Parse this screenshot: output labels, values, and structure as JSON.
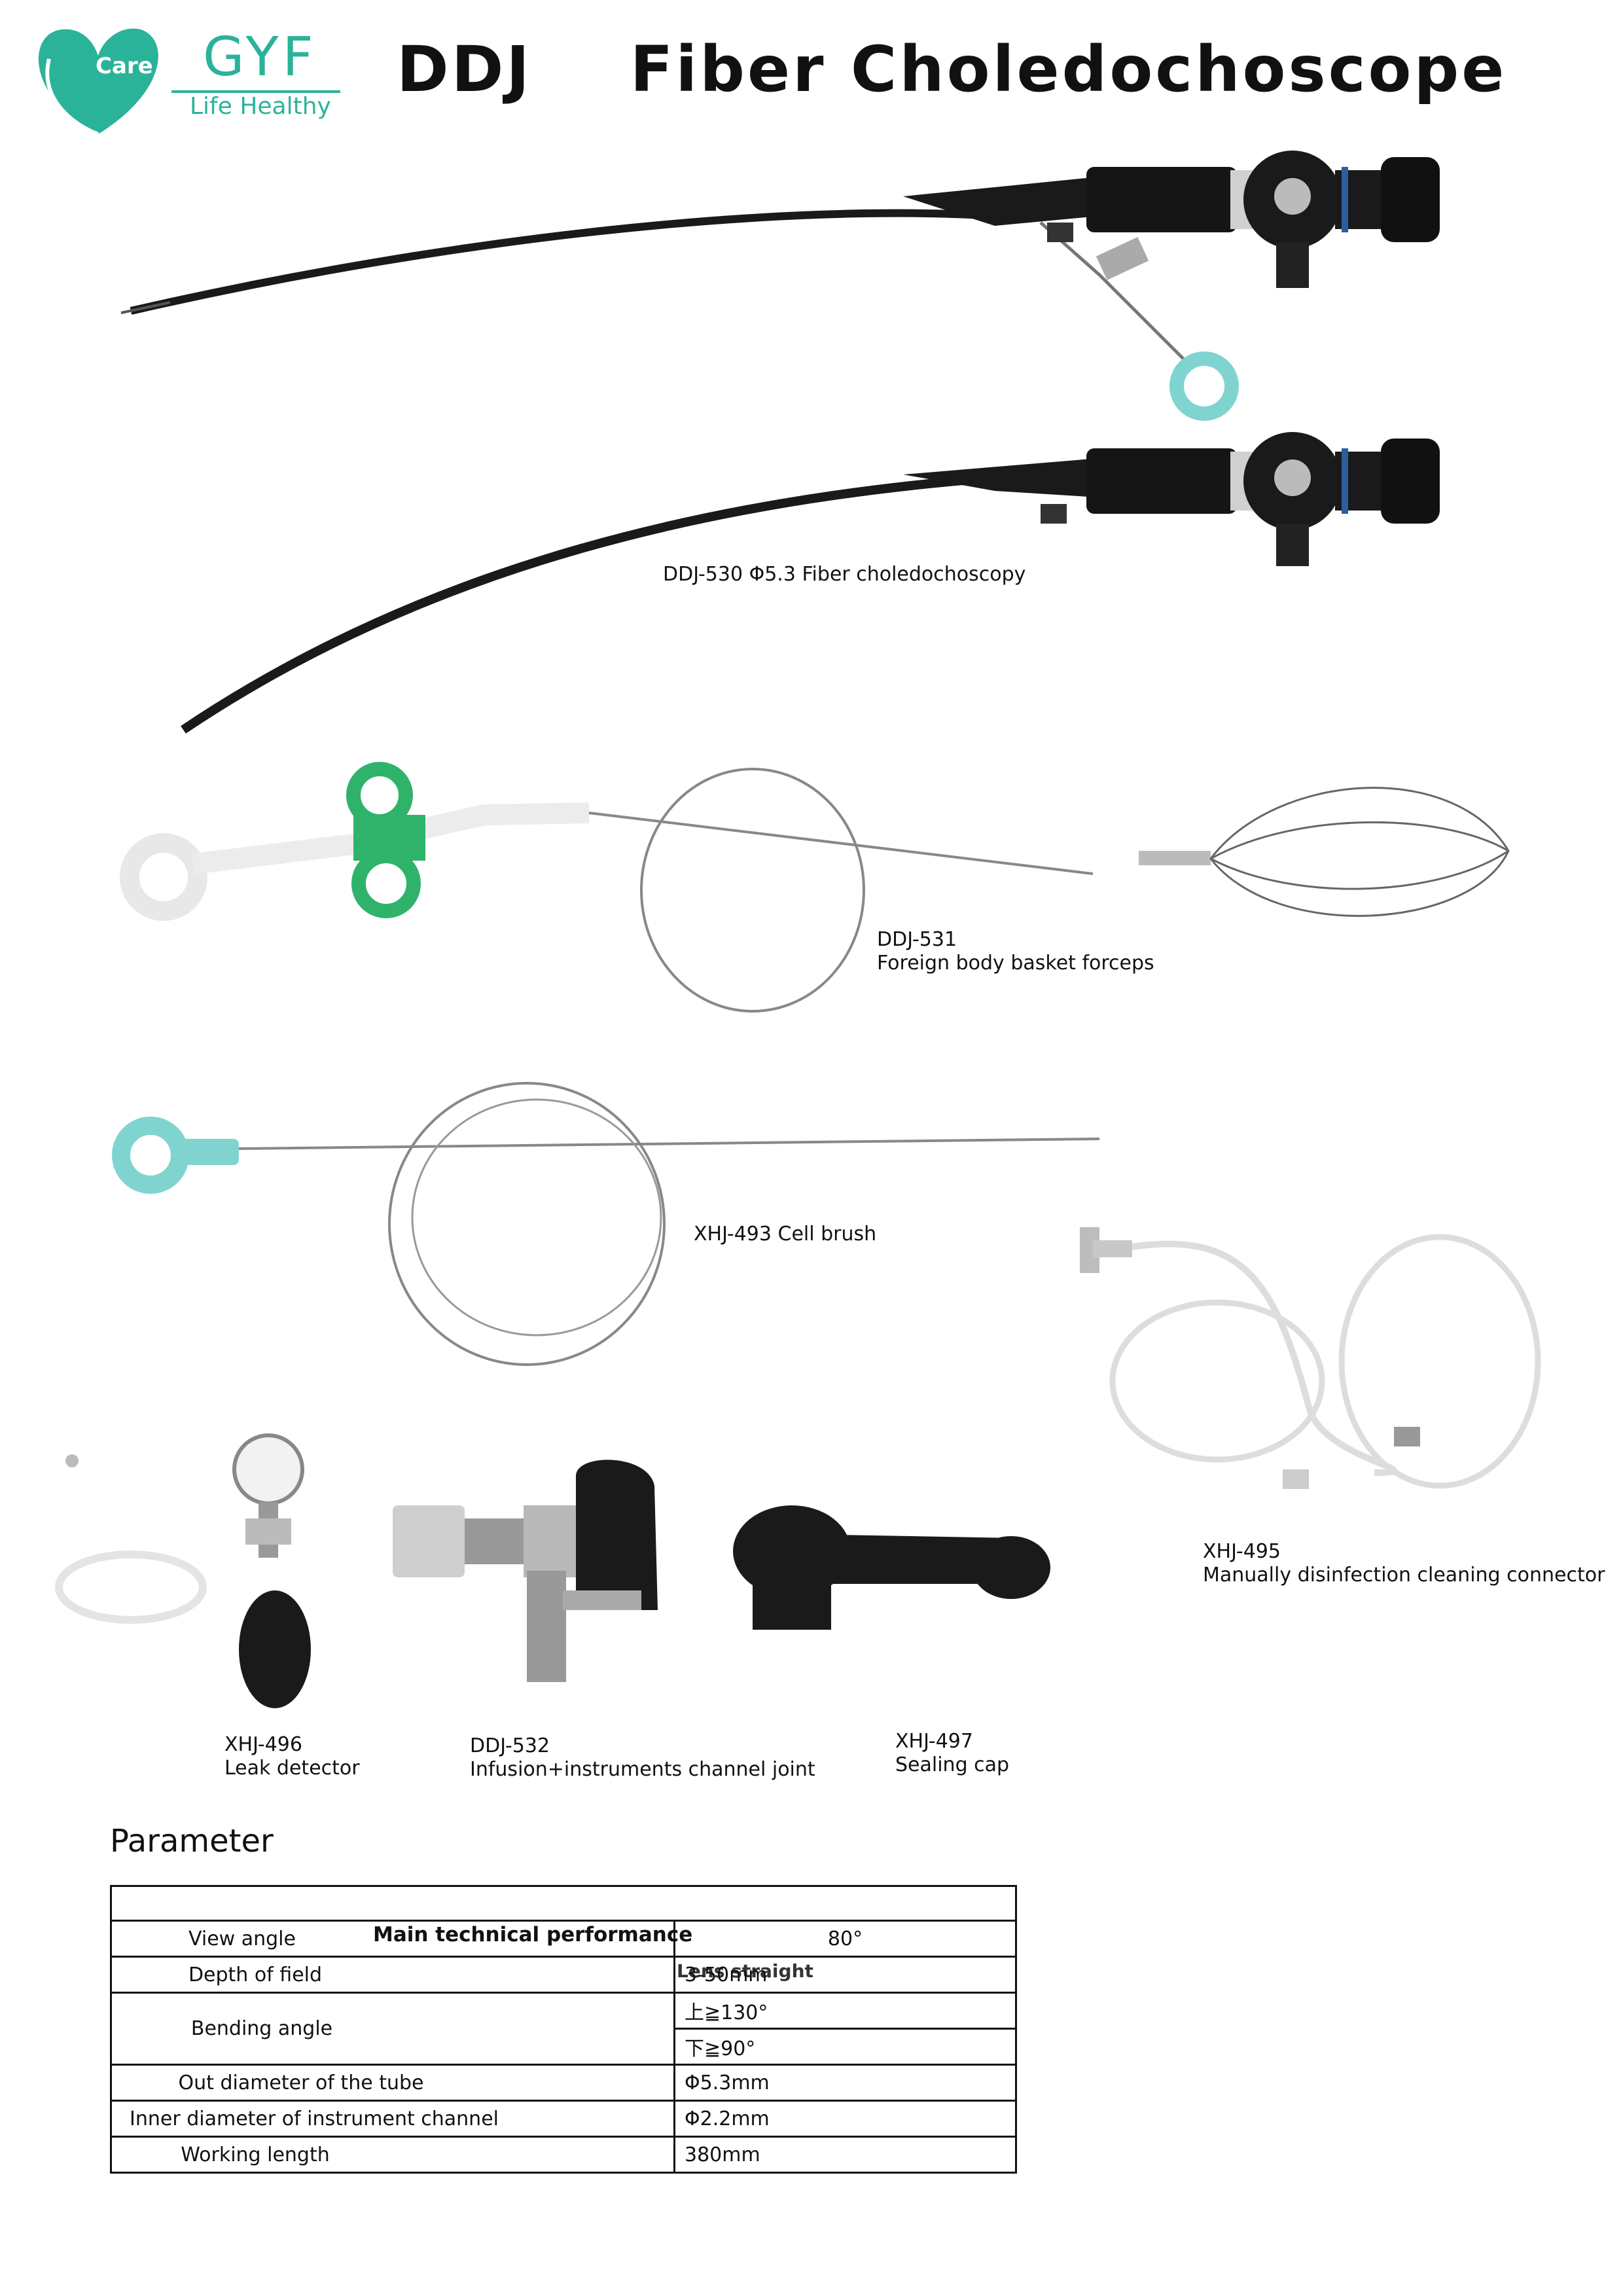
{
  "brand": {
    "heart_text": "Care",
    "name": "GYF",
    "tagline": "Life Healthy",
    "accent_color": "#2bb39a"
  },
  "title": "DDJ    Fiber Choledochoscope",
  "products": [
    {
      "code": "DDJ-530",
      "text": "DDJ-530  Φ5.3  Fiber choledochoscopy",
      "icon": "fiber-choledochoscope"
    },
    {
      "code": "DDJ-531",
      "name": "Foreign body basket forceps",
      "icon": "basket-forceps"
    },
    {
      "text": "XHJ-493 Cell brush",
      "icon": "cell-brush"
    },
    {
      "code": "XHJ-495",
      "name": "Manually disinfection cleaning connector",
      "icon": "cleaning-connector"
    },
    {
      "code": "XHJ-496",
      "name": "Leak detector",
      "icon": "leak-detector"
    },
    {
      "code": "DDJ-532",
      "name": "Infusion+instruments channel joint",
      "icon": "channel-joint"
    },
    {
      "code": "XHJ-497",
      "name": "Sealing cap",
      "icon": "sealing-cap"
    }
  ],
  "parameter": {
    "heading": "Parameter",
    "table_header": "Main technical performance",
    "rows": [
      {
        "label": "View angle",
        "value": "80°"
      },
      {
        "label": "Depth of field",
        "value": "3-50mm",
        "overlay": "Lens straight"
      },
      {
        "label": "Bending angle",
        "values": [
          "上≧130°",
          "下≧90°"
        ]
      },
      {
        "label": "Out diameter of the tube",
        "value": "Φ5.3mm"
      },
      {
        "label": "Inner diameter of instrument channel",
        "value": "Φ2.2mm"
      },
      {
        "label": "Working length",
        "value": "380mm"
      }
    ]
  }
}
